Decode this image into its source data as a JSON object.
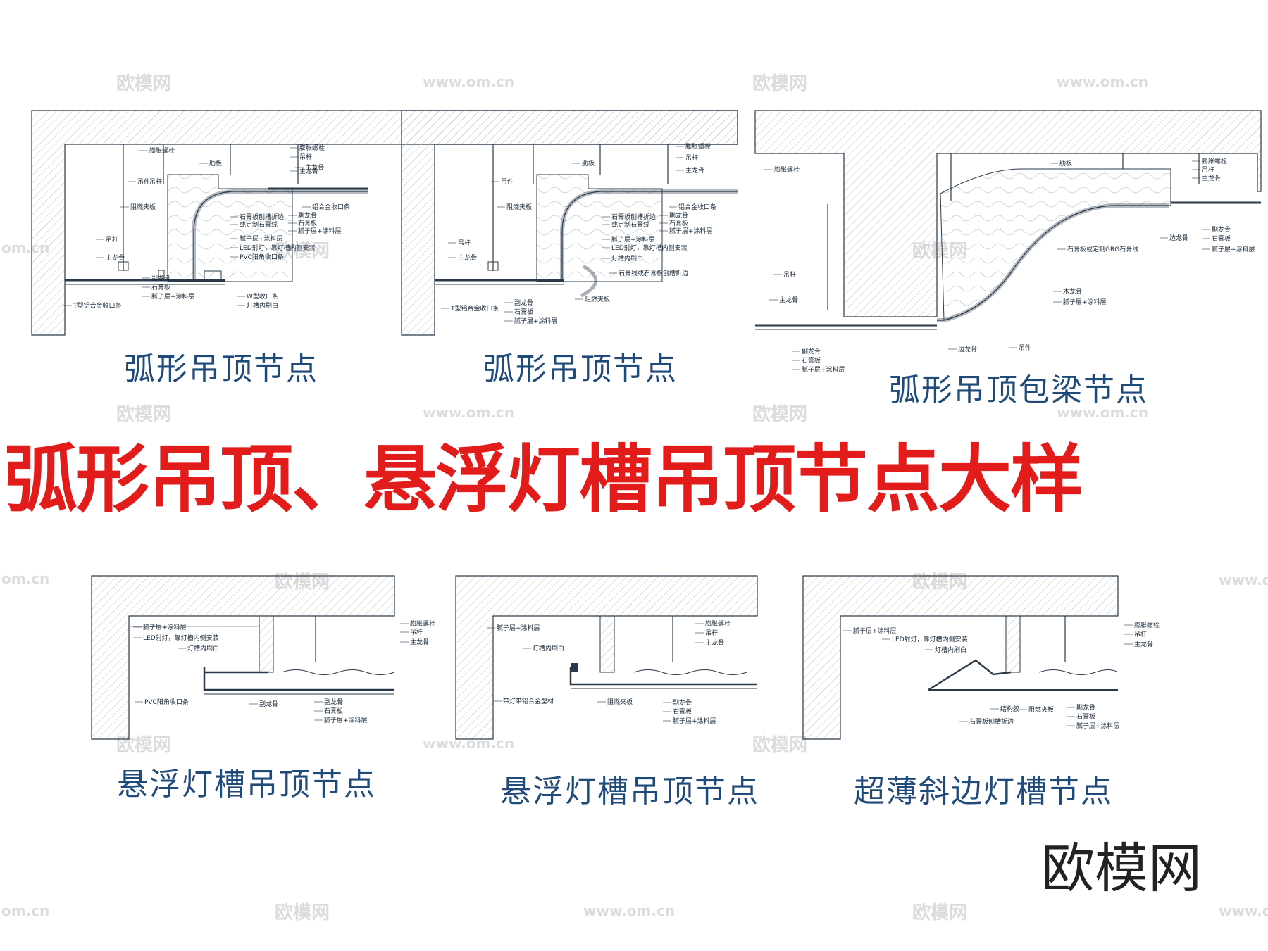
{
  "main_title": "弧形吊顶、悬浮灯槽吊顶节点大样",
  "brand": "欧模网",
  "watermarks": {
    "brand": "欧模网",
    "url": "www.om.cn",
    "url_short": "om.cn"
  },
  "colors": {
    "title_red": "#e21b1b",
    "panel_title_blue": "#1f4a7a",
    "line": "#2a3a4a",
    "hatch": "#9aa4ad"
  },
  "panels": [
    {
      "title": "弧形吊顶节点",
      "labels": [
        "膨胀螺栓",
        "吊杆",
        "主龙骨",
        "肋板",
        "吊件",
        "阻燃夹板",
        "副龙骨",
        "石膏板",
        "腻子层+涂料层",
        "吊杆",
        "主龙骨",
        "膨胀螺栓",
        "吊杆",
        "主龙骨",
        "石膏板刨槽折边",
        "或定制石膏线",
        "铝合金收口条",
        "副龙骨",
        "石膏板",
        "腻子层+涂料层",
        "腻子层+涂料层",
        "LED射灯，靠灯槽内侧安装",
        "PVC阳角收口条",
        "W型收口条",
        "灯槽内刷白",
        "T型铝合金收口条"
      ]
    },
    {
      "title": "弧形吊顶节点",
      "labels": [
        "膨胀螺栓",
        "吊杆",
        "主龙骨",
        "肋板",
        "吊件",
        "阻燃夹板",
        "石膏板刨槽折边",
        "或定制石膏线",
        "铝合金收口条",
        "副龙骨",
        "石膏板",
        "腻子层+涂料层",
        "腻子层+涂料层",
        "LED射灯，靠灯槽内侧安装",
        "灯槽内刷白",
        "石膏线或石膏板刨槽折边",
        "阻燃夹板",
        "吊杆",
        "主龙骨",
        "T型铝合金收口条",
        "副龙骨",
        "石膏板",
        "腻子层+涂料层"
      ]
    },
    {
      "title": "弧形吊顶包梁节点",
      "labels": [
        "膨胀螺栓",
        "肋板",
        "膨胀螺栓",
        "吊杆",
        "主龙骨",
        "边龙骨",
        "副龙骨",
        "石膏板",
        "腻子层+涂料层",
        "石膏板或定制GRG石膏线",
        "木龙骨",
        "腻子层+涂料层",
        "吊杆",
        "主龙骨",
        "边龙骨",
        "吊件",
        "副龙骨",
        "石膏板",
        "腻子层+涂料层"
      ]
    },
    {
      "title": "悬浮灯槽吊顶节点",
      "labels": [
        "腻子层+涂料层",
        "LED射灯，靠灯槽内侧安装",
        "灯槽内刷白",
        "PVC阳角收口条",
        "副龙骨",
        "膨胀螺栓",
        "吊杆",
        "主龙骨",
        "副龙骨",
        "石膏板",
        "腻子层+涂料层"
      ]
    },
    {
      "title": "悬浮灯槽吊顶节点",
      "labels": [
        "腻子层+涂料层",
        "灯槽内刷白",
        "带灯带铝合金型材",
        "阻燃夹板",
        "膨胀螺栓",
        "吊杆",
        "主龙骨",
        "副龙骨",
        "石膏板",
        "腻子层+涂料层"
      ]
    },
    {
      "title": "超薄斜边灯槽节点",
      "labels": [
        "腻子层+涂料层",
        "LED射灯，靠灯槽内侧安装",
        "灯槽内刷白",
        "结构胶",
        "阻燃夹板",
        "石膏板刨槽折边",
        "膨胀螺栓",
        "吊杆",
        "主龙骨",
        "副龙骨",
        "石膏板",
        "腻子层+涂料层"
      ]
    }
  ]
}
